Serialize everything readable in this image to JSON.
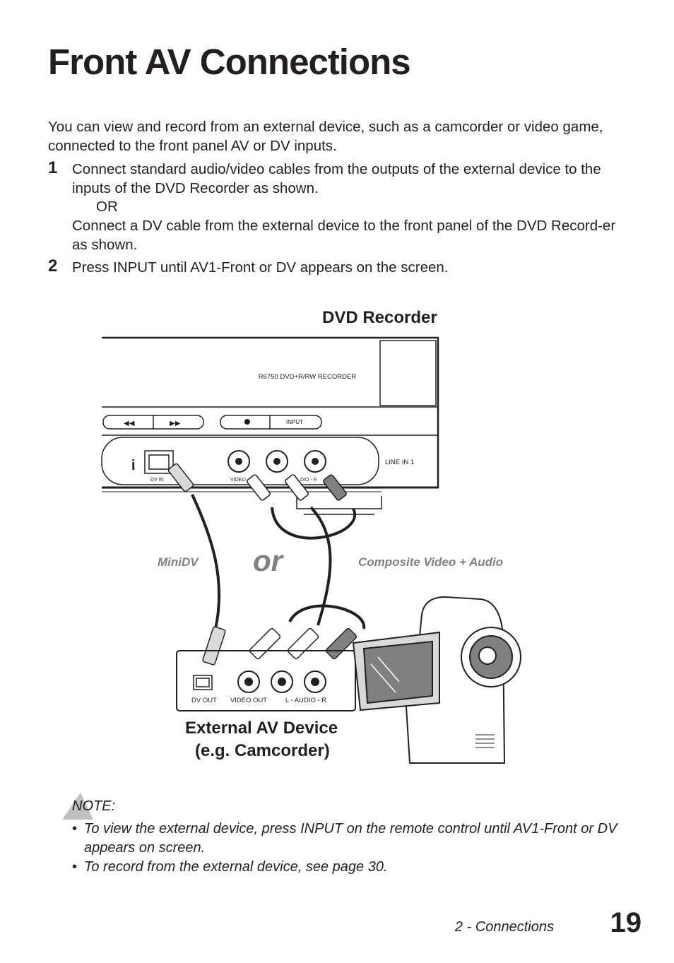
{
  "page": {
    "title": "Front AV Connections",
    "intro": "You can view and record from an external device, such as a camcorder or video game, connected to the front panel AV or DV inputs.",
    "steps": [
      {
        "number": "1",
        "text": "Connect standard audio/video cables from the outputs of the external device to the inputs of the DVD Recorder as shown.",
        "or": "OR",
        "alt_text": "Connect a DV cable from the external device to the front panel of the DVD Record-er as shown."
      },
      {
        "number": "2",
        "text": "Press INPUT until AV1-Front or DV appears on the screen."
      }
    ]
  },
  "diagram": {
    "recorder_title": "DVD Recorder",
    "model_label": "R6750 DVD+R/RW RECORDER",
    "input_button": "INPUT",
    "line_in": "LINE IN 1",
    "dv_in": "DV IN",
    "video_partial": "VIDEO",
    "audio_partial": "DIO - R",
    "minidv_label": "MiniDV",
    "or_label": "or",
    "composite_label": "Composite Video + Audio",
    "device_ports": [
      "DV OUT",
      "VIDEO OUT",
      "L - AUDIO - R"
    ],
    "device_title_1": "External AV Device",
    "device_title_2": "(e.g. Camcorder)"
  },
  "note": {
    "title": "NOTE:",
    "items": [
      "To view the external device, press INPUT on the remote control until AV1-Front or DV appears on screen.",
      "To record from the external device, see page 30."
    ],
    "bullet": "•"
  },
  "footer": {
    "section": "2 - Connections",
    "page_number": "19"
  }
}
